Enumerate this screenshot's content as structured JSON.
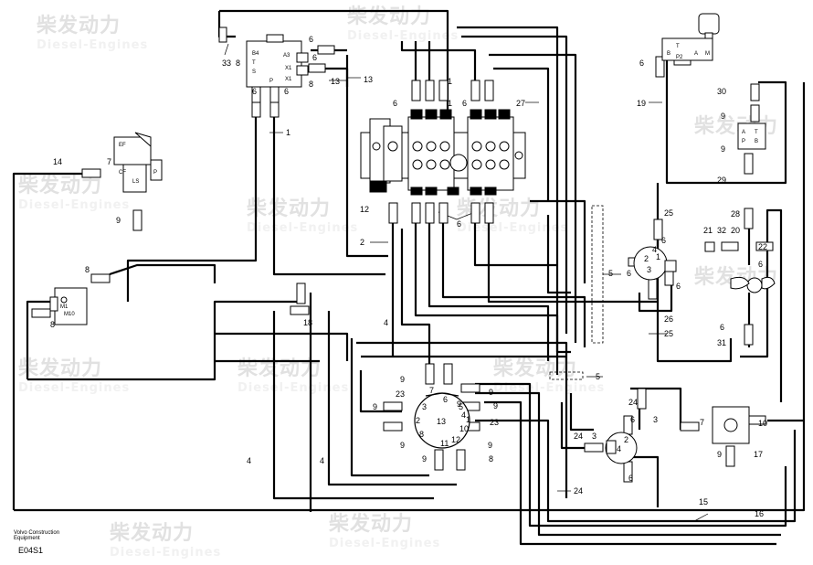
{
  "watermark": {
    "brand_cn": "柴发动力",
    "brand_en": "Diesel-Engines"
  },
  "footer": {
    "line1": "Volvo Construction",
    "line2": "Equipment",
    "code": "E04S1"
  },
  "labels": {
    "l33": "33",
    "l8a": "8",
    "l6a": "6",
    "l8b": "8",
    "l6b": "6",
    "l13a": "13",
    "l13b": "13",
    "l6c": "6",
    "l1a": "1",
    "l6d": "6",
    "l27": "27",
    "l1b": "1",
    "l14": "14",
    "l7a": "7",
    "l9a": "9",
    "l12": "12",
    "l2": "2",
    "l6e": "6",
    "l8c": "8",
    "l8d": "8",
    "l18": "18",
    "l4a": "4",
    "l4b": "4",
    "l4c": "4",
    "l9b": "9",
    "l23a": "23",
    "l9c": "9",
    "l9d": "9",
    "l23b": "23",
    "l9e": "9",
    "l9f": "9",
    "l8e": "8",
    "l5a": "5",
    "l5b": "5",
    "l6f": "6",
    "l6g": "6",
    "l25a": "25",
    "l25b": "25",
    "l26": "26",
    "l6h": "6",
    "l24a": "24",
    "l24b": "24",
    "l24c": "24",
    "l3a": "3",
    "l3b": "3",
    "l6i": "6",
    "l6j": "6",
    "l7b": "7",
    "l10": "10",
    "l9g": "9",
    "l17": "17",
    "l15": "15",
    "l16": "16",
    "l19": "19",
    "l6k": "6",
    "l30": "30",
    "l9h": "9",
    "l9i": "9",
    "l29": "29",
    "l28": "28",
    "l21": "21",
    "l32": "32",
    "l20": "20",
    "l22": "22",
    "l6l": "6",
    "l6m": "6",
    "l31": "31",
    "n1": "1",
    "n2": "2",
    "n3": "3",
    "n4": "4",
    "n5": "5",
    "n6": "6",
    "n7": "7",
    "n8": "8",
    "n9": "9",
    "n10": "10",
    "n11": "11",
    "n12": "12",
    "n13": "13",
    "s1": "1",
    "s2": "2",
    "s3": "3",
    "s4": "4",
    "s5": "5",
    "s6": "6"
  },
  "components": {
    "valve_small": {
      "a": "B4",
      "b": "T",
      "c": "S",
      "d": "A3",
      "e": "X1",
      "f": "X1",
      "g": "P"
    },
    "valve_left": {
      "a": "EF",
      "b": "CF",
      "c": "LS",
      "d": "P"
    },
    "valve_small_left": {
      "a": "M10",
      "b": "M1"
    },
    "right_top": {
      "a": "T",
      "b": "B",
      "c": "P2",
      "d": "A",
      "e": "M"
    },
    "right_mid": {
      "a": "A",
      "b": "P",
      "c": "T",
      "d": "B"
    }
  }
}
